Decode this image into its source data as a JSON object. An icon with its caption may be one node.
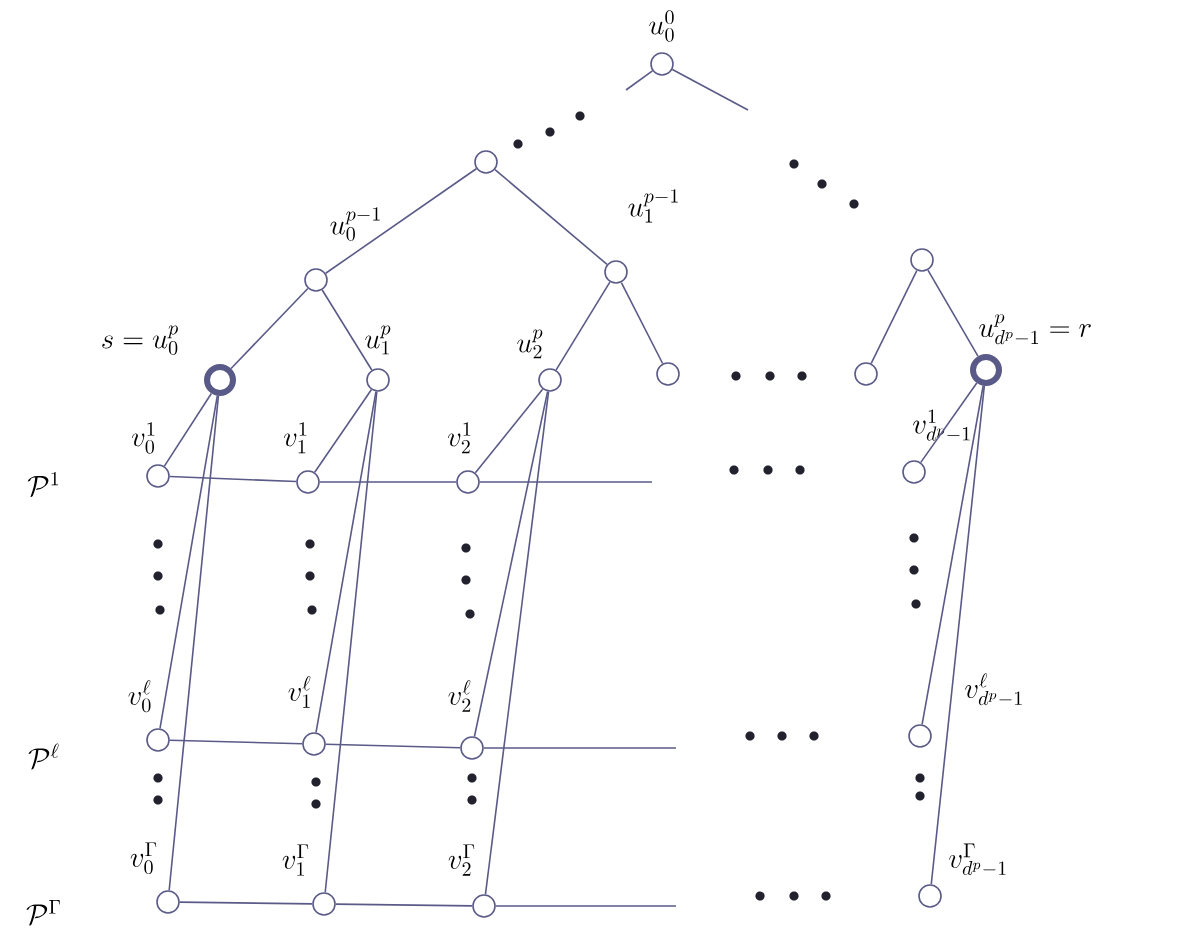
{
  "diagram": {
    "nodes": [
      {
        "text": [],
        "shape": "circle",
        "beside": [
          "u_0^0"
        ]
      },
      {
        "text": [],
        "shape": "circle"
      },
      {
        "text": [],
        "shape": "circle",
        "beside": [
          "u_0^{p-1}"
        ]
      },
      {
        "text": [],
        "shape": "circle",
        "beside": [
          "u_1^{p-1}"
        ]
      },
      {
        "text": [],
        "shape": "ring",
        "beside": [
          "s = u_0^p"
        ]
      },
      {
        "text": [],
        "shape": "circle",
        "beside": [
          "u_1^p"
        ]
      },
      {
        "text": [],
        "shape": "circle",
        "beside": [
          "u_2^p"
        ]
      },
      {
        "text": [],
        "shape": "circle"
      },
      {
        "text": [],
        "shape": "circle"
      },
      {
        "text": [],
        "shape": "circle"
      },
      {
        "text": [],
        "shape": "ring",
        "beside": [
          "u_{d^p-1}^p = r"
        ]
      },
      {
        "text": [],
        "shape": "circle",
        "beside": [
          "v_0^1"
        ]
      },
      {
        "text": [],
        "shape": "circle",
        "beside": [
          "v_1^1"
        ]
      },
      {
        "text": [],
        "shape": "circle",
        "beside": [
          "v_2^1"
        ]
      },
      {
        "text": [],
        "shape": "circle",
        "beside": [
          "v_{d^p-1}^1"
        ]
      },
      {
        "text": [],
        "shape": "circle",
        "beside": [
          "v_0^\\ell"
        ]
      },
      {
        "text": [],
        "shape": "circle",
        "beside": [
          "v_1^\\ell"
        ]
      },
      {
        "text": [],
        "shape": "circle",
        "beside": [
          "v_2^\\ell"
        ]
      },
      {
        "text": [],
        "shape": "circle",
        "beside": [
          "v_{d^p-1}^\\ell"
        ]
      },
      {
        "text": [],
        "shape": "circle",
        "beside": [
          "v_0^\\Gamma"
        ]
      },
      {
        "text": [],
        "shape": "circle",
        "beside": [
          "v_1^\\Gamma"
        ]
      },
      {
        "text": [],
        "shape": "circle",
        "beside": [
          "v_2^\\Gamma"
        ]
      },
      {
        "text": [],
        "shape": "circle",
        "beside": [
          "v_{d^p-1}^\\Gamma"
        ]
      }
    ],
    "edges": [
      {
        "from": 0,
        "to": null,
        "arrow": "none"
      },
      {
        "from": 0,
        "to": null,
        "arrow": "none"
      },
      {
        "from": 1,
        "to": 2,
        "arrow": "none"
      },
      {
        "from": 1,
        "to": 3,
        "arrow": "none"
      },
      {
        "from": 2,
        "to": 4,
        "arrow": "none"
      },
      {
        "from": 2,
        "to": 5,
        "arrow": "none"
      },
      {
        "from": 3,
        "to": 6,
        "arrow": "none"
      },
      {
        "from": 3,
        "to": 7,
        "arrow": "none"
      },
      {
        "from": 8,
        "to": 9,
        "arrow": "none"
      },
      {
        "from": 8,
        "to": 10,
        "arrow": "none"
      },
      {
        "from": 11,
        "to": 12,
        "arrow": "none"
      },
      {
        "from": 12,
        "to": 13,
        "arrow": "none"
      },
      {
        "from": 13,
        "to": null,
        "arrow": "none"
      },
      {
        "from": 15,
        "to": 16,
        "arrow": "none"
      },
      {
        "from": 16,
        "to": 17,
        "arrow": "none"
      },
      {
        "from": 17,
        "to": null,
        "arrow": "none"
      },
      {
        "from": 19,
        "to": 20,
        "arrow": "none"
      },
      {
        "from": 20,
        "to": 21,
        "arrow": "none"
      },
      {
        "from": 21,
        "to": null,
        "arrow": "none"
      },
      {
        "from": 4,
        "to": 11,
        "arrow": "none"
      },
      {
        "from": 4,
        "to": 15,
        "arrow": "none"
      },
      {
        "from": 4,
        "to": 19,
        "arrow": "none"
      },
      {
        "from": 5,
        "to": 12,
        "arrow": "none"
      },
      {
        "from": 5,
        "to": 16,
        "arrow": "none"
      },
      {
        "from": 5,
        "to": 20,
        "arrow": "none"
      },
      {
        "from": 6,
        "to": 13,
        "arrow": "none"
      },
      {
        "from": 6,
        "to": 17,
        "arrow": "none"
      },
      {
        "from": 6,
        "to": 21,
        "arrow": "none"
      },
      {
        "from": 10,
        "to": 14,
        "arrow": "none"
      },
      {
        "from": 10,
        "to": 18,
        "arrow": "none"
      },
      {
        "from": 10,
        "to": 22,
        "arrow": "none"
      }
    ],
    "labels": [
      "\\mathcal{P}^1",
      "\\mathcal{P}^\\ell",
      "\\mathcal{P}^\\Gamma"
    ]
  }
}
